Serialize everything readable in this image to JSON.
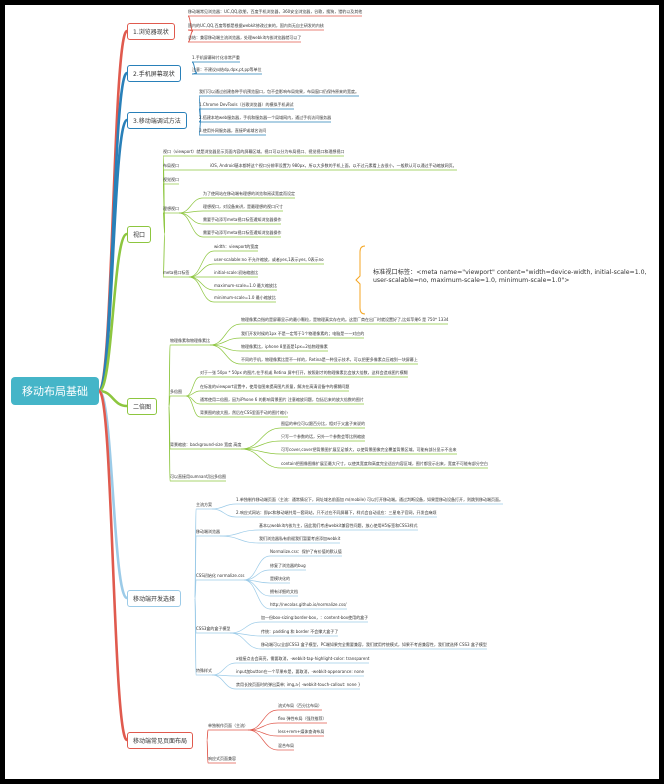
{
  "root": "移动布局基础",
  "branches": [
    {
      "label": "1.浏览器现状",
      "color": "#e05a4e",
      "items": [
        {
          "text": "移动端常见浏览器：UC,QQ,欧朋，百度手机浏览器，360安全浏览器，谷歌，搜狗，猎豹以及其他"
        },
        {
          "text": "国内的UC,QQ,百度等都是根据webkit修改过来的，国内尚无自主研发的内核"
        },
        {
          "text": "总结：兼容移动端主流浏览器，处理webkit内核浏览器就可以了"
        }
      ]
    },
    {
      "label": "2.手机屏幕现状",
      "color": "#2980b9",
      "items": [
        {
          "text": "1.手机屏幕碎片化非常严重"
        },
        {
          "text": "注意：不建议纠结dp,dpx,pt,pp等单位"
        }
      ]
    },
    {
      "label": "3.移动端调试方法",
      "color": "#2980b9",
      "items": [
        {
          "text": "我们可以通过创建各种手机预览窗口，包不会影响布局效果，布局窗口仍保持原来的宽度。"
        },
        {
          "text": "1.Chrome DevTools（谷歌浏览器）的模拟手机调试"
        },
        {
          "text": "2.搭建本地web服务器，手机和服务器一个局域网内，通过手机访问服务器"
        },
        {
          "text": "3.使用外网服务器，直接IP或域名访问"
        }
      ]
    },
    {
      "label": "视口",
      "color": "#8dc63f",
      "items": [
        {
          "text": "视口（viewport）就是浏览器显示页面内容的屏幕区域。视口可以分为布局视口、视觉视口和理想视口"
        },
        {
          "text": "布局视口",
          "children": [
            {
              "text": "iOS, Android基本都将这个视口分辨率设置为 980px，所以大多数的手机上面，以不过元素看上去很小，一般默认可以通过手动缩放网页。"
            }
          ]
        },
        {
          "text": "视觉视口"
        },
        {
          "text": "理想视口",
          "children": [
            {
              "text": "为了使网站在移动端有理想的浏览和阅读宽度而设定"
            },
            {
              "text": "理想视口，对设备来讲，是最理想的视口尺寸"
            },
            {
              "text": "需要手动添写meta视口标签通知浏览器操作"
            },
            {
              "text": "需要手动添写meta视口标签通知浏览器操作"
            }
          ]
        },
        {
          "text": "meta视口标签",
          "children": [
            {
              "text": "width：viewport的宽度"
            },
            {
              "text": "user-scalable:no 不允许缩放，或者yes,1表示yes, 0表示no"
            },
            {
              "text": "initial-scale:初始缩放比"
            },
            {
              "text": "maximum-scale=1.0 最大缩放比"
            },
            {
              "text": "minimum-scale=1.0 最小缩放比"
            }
          ]
        }
      ]
    },
    {
      "label": "二倍图",
      "color": "#8dc63f",
      "items": [
        {
          "text": "物理像素和物理像素比",
          "children": [
            {
              "text": "物理像素点指的是屏幕显示的最小颗粒，是物理真实存在的。这是厂商在出厂时就设置好了,比如苹果6 是 750* 1334"
            },
            {
              "text": "我们开发时候的1px 不是一定等于1个物理像素的；电脑是一一对应的"
            },
            {
              "text": "物理像素比，iphone 8里面是1px=2倍物理像素"
            },
            {
              "text": "不同的手机，物理像素比是不一样的，Retina是一种显示技术，可以把更多像素点压缩到一块屏幕上"
            }
          ]
        },
        {
          "text": "多倍图",
          "children": [
            {
              "text": "对于一张 50px * 50px 的图片,在手机或 Retina 屏中打开，按照刚才的物理像素比会放大倍数，这样会造成图片模糊"
            },
            {
              "text": "在标准的viewport设置中，使用倍图来提高图片质量，解决在高清设备中的模糊问题"
            },
            {
              "text": "通常使用二倍图，因为iPhone 6 的影响背景图片 注意缩放问题，包括后来的放大倍数的图片"
            },
            {
              "text": "背景图的放大图，然后在CSS里面手动的图片缩小"
            }
          ]
        },
        {
          "text": "背景缩放：background-size 宽度 高度",
          "children": [
            {
              "text": "图层的单位可以跟百分比，相对于父盒子来说的"
            },
            {
              "text": "只写一个参数的话，另外一个参数会等比例缩放"
            },
            {
              "text": "可写cover,cover把背景图扩展至足够大，以使背景图像完全覆盖背景区域。可能有部分显示不出来"
            },
            {
              "text": "contain把图像图像扩展至最大尺寸，以使其宽度和高度完全适应内容区域，图片都显示出来，宽度不可能有部分空白"
            }
          ]
        },
        {
          "text": "可以直接用sumnan切出多倍图"
        }
      ]
    },
    {
      "label": "移动端开发选择",
      "color": "#9ccbe8",
      "items": [
        {
          "text": "主流方案",
          "children": [
            {
              "text": "1.单独制作移动端页面（主流：通常情况下，网址域名前面加 m(mobile) 可以打开移动端。通过判断设备，如果是移动设备打开，则跳到移动端页面。"
            },
            {
              "text": "2.响应式网站：即pc和移动端共用一套网站，只不过在不同屏幕下，样式会自动适应：三星电子官网，开发会麻烦"
            }
          ]
        },
        {
          "text": "移动端浏览器",
          "children": [
            {
              "text": "基本以webkit内核为主，因此我们考虑webkit兼容性问题，放心使用H5标签和CSS3样式"
            },
            {
              "text": "我们浏览器私有前缀我们暂要考虑添加webkit"
            }
          ]
        },
        {
          "text": "CSS初始化 normalize.css",
          "children": [
            {
              "text": "Normalize.css：保护了有价值的默认值"
            },
            {
              "text": "修复了浏览器的bug"
            },
            {
              "text": "是模块化的"
            },
            {
              "text": "拥有详细的文档"
            },
            {
              "text": "http://necolas.github.io/normalize.css/"
            }
          ]
        },
        {
          "text": "CSS3盒的盒子模型",
          "children": [
            {
              "text": "加一份box-sizing:border-box，：content-box使用的盒子"
            },
            {
              "text": "传统：padding 和 border 不会撑大盒子了"
            },
            {
              "text": "移动端可以全部CSS3 盒子模型，PC端如果完全需要兼容，我们就用传统模式，如果不考虑兼容性，我们就选择 CSS3 盒子模型"
            }
          ]
        },
        {
          "text": "特殊样式",
          "children": [
            {
              "text": "a链接点击会高亮，需要取消，-webkit-tap-highlight-color: transparent"
            },
            {
              "text": "input加button在一个苹果布是，要取消，-webkit-appearance: none"
            },
            {
              "text": "禁用长按页面时的弹出菜单; img,a{ -webkit-touch-callout: none }"
            }
          ]
        }
      ]
    },
    {
      "label": "移动端常见页面布局",
      "color": "#e05a4e",
      "items": [
        {
          "text": "单独制作页面（主流）",
          "children": [
            {
              "text": "流式布局（百分比布局）"
            },
            {
              "text": "flex 弹性布局（强烈推荐）"
            },
            {
              "text": "less+rem+媒体查询布局"
            },
            {
              "text": "混合布局"
            }
          ]
        },
        {
          "text": "响应式页面兼容"
        }
      ]
    }
  ],
  "meta_note": "标准视口标签：<meta name=\"viewport\" content=\"width=device-width, initial-scale=1.0, user-scalable=no, maximum-scale=1.0, minimum-scale=1.0\">",
  "colors": {
    "root": "#45b5c8",
    "green": "#8dc63f",
    "red": "#e05a4e",
    "blue": "#2980b9",
    "lightblue": "#9ccbe8",
    "orange": "#f5a623"
  }
}
